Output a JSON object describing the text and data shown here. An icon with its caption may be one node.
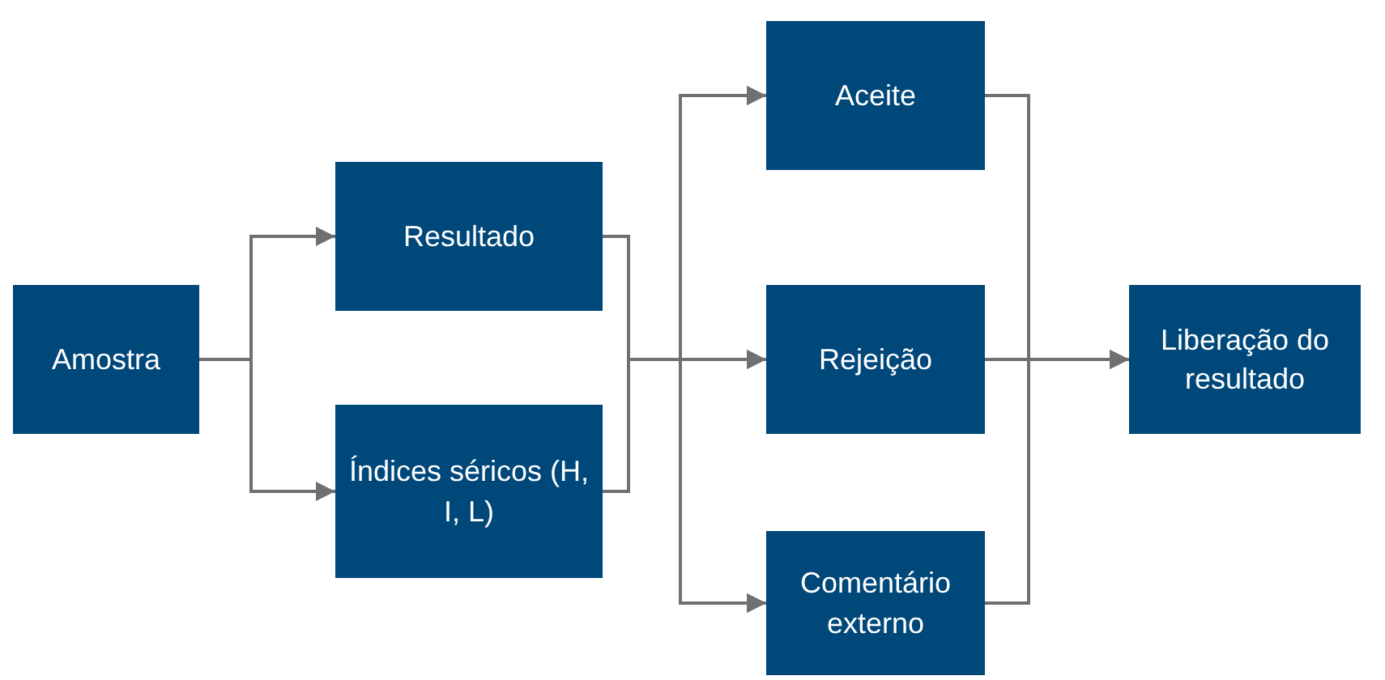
{
  "diagram": {
    "nodes": [
      {
        "text": [
          "Amostra"
        ]
      },
      {
        "text": [
          "Resultado"
        ]
      },
      {
        "text": [
          "Índices séricos (H, I, L)"
        ]
      },
      {
        "text": [
          "Aceite"
        ]
      },
      {
        "text": [
          "Rejeição"
        ]
      },
      {
        "text": [
          "Comentário externo"
        ]
      },
      {
        "text": [
          "Liberação do resultado"
        ]
      }
    ],
    "edges": [
      {
        "from": 0,
        "to": 1,
        "arrow": "to"
      },
      {
        "from": 0,
        "to": 2,
        "arrow": "to"
      },
      {
        "from": 1,
        "to": 3,
        "arrow": "to"
      },
      {
        "from": 1,
        "to": 4,
        "arrow": "to"
      },
      {
        "from": 1,
        "to": 5,
        "arrow": "to"
      },
      {
        "from": 2,
        "to": 3,
        "arrow": "to"
      },
      {
        "from": 2,
        "to": 4,
        "arrow": "to"
      },
      {
        "from": 2,
        "to": 5,
        "arrow": "to"
      },
      {
        "from": 3,
        "to": 6,
        "arrow": "to"
      },
      {
        "from": 4,
        "to": 6,
        "arrow": "to"
      },
      {
        "from": 5,
        "to": 6,
        "arrow": "to"
      }
    ]
  }
}
